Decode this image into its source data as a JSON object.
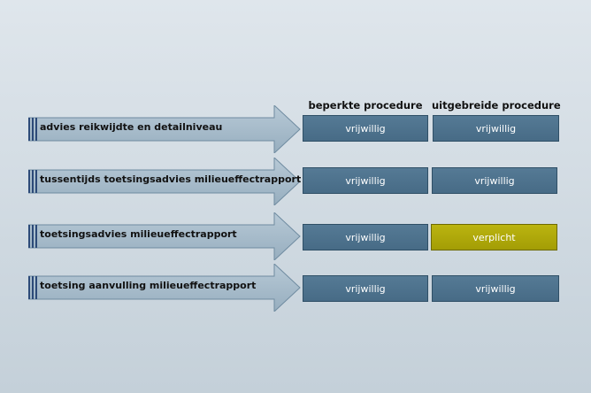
{
  "columns": {
    "limited": "beperkte procedure",
    "extended": "uitgebreide procedure"
  },
  "rows": [
    {
      "label": "advies reikwijdte en detailniveau",
      "limited": "vrijwillig",
      "extended": "vrijwillig"
    },
    {
      "label": "tussentijds toetsingsadvies milieueffectrapport",
      "limited": "vrijwillig",
      "extended": "vrijwillig"
    },
    {
      "label": "toetsingsadvies milieueffectrapport",
      "limited": "vrijwillig",
      "extended": "verplicht"
    },
    {
      "label": "toetsing aanvulling milieueffectrapport",
      "limited": "vrijwillig",
      "extended": "vrijwillig"
    }
  ],
  "colors": {
    "voluntary": "#4f7490",
    "mandatory": "#b0a90a",
    "arrow": "#a7bccb"
  }
}
